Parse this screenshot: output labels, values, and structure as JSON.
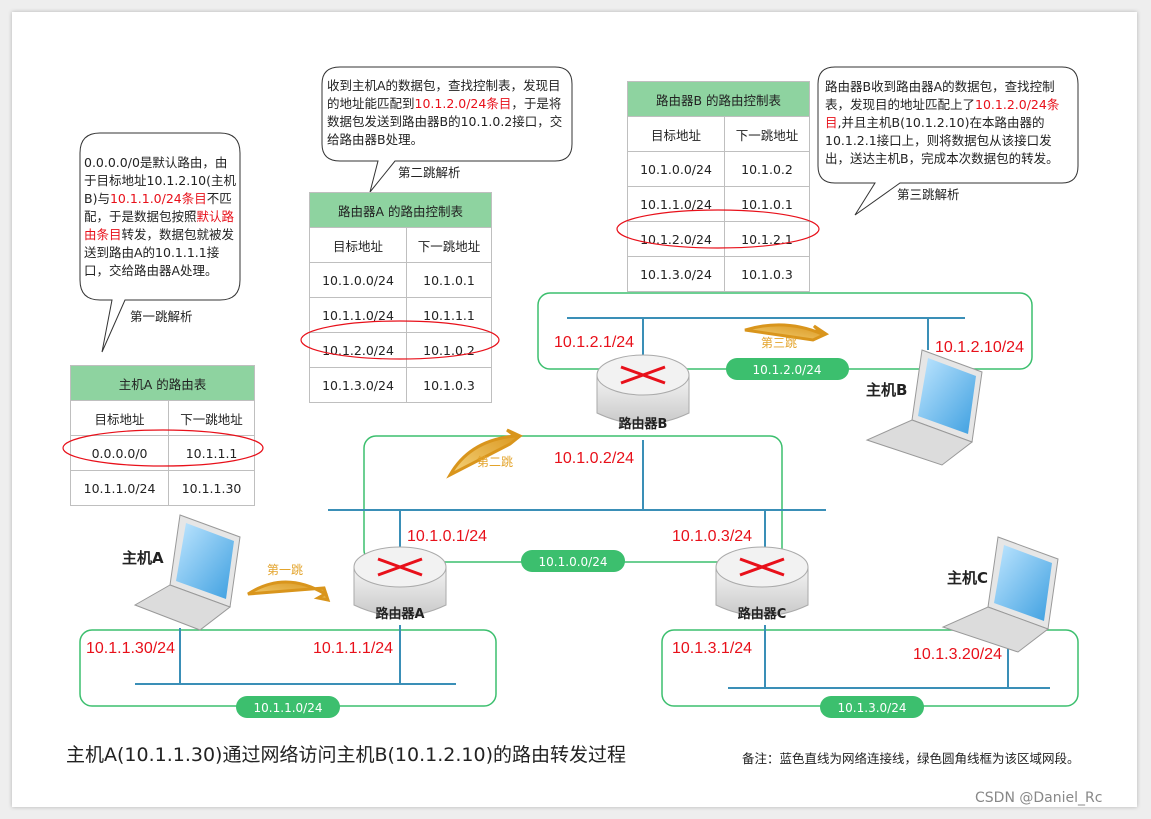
{
  "bubbles": {
    "hop1": [
      "0.0.0.0/0是默认路由，由于目标地址10.1.2.10(主机B)与",
      "10.1.1.0/24条目",
      "不匹配，于是数据包按照",
      "默认路由条目",
      "转发，数据包就被发送到路由A的10.1.1.1接口，交给路由器A处理。"
    ],
    "hop2": [
      "收到主机A的数据包，查找控制表，发现目的地址能匹配到",
      "10.1.2.0/24条目",
      "，于是将数据包发送到路由器B的10.1.0.2接口，交给路由器B处理。"
    ],
    "hop3": [
      "路由器B收到路由器A的数据包，查找控制表，发现目的地址匹配上了",
      "10.1.2.0/24条目",
      ",并且主机B(10.1.2.10)在本路由器的10.1.2.1接口上，则将数据包从该接口发出，送达主机B，完成本次数据包的转发。"
    ]
  },
  "analysis_labels": {
    "hop1": "第一跳解析",
    "hop2": "第二跳解析",
    "hop3": "第三跳解析"
  },
  "tables": {
    "hostA": {
      "title": "主机A 的路由表",
      "headers": [
        "目标地址",
        "下一跳地址"
      ],
      "rows": [
        [
          "0.0.0.0/0",
          "10.1.1.1"
        ],
        [
          "10.1.1.0/24",
          "10.1.1.30"
        ]
      ]
    },
    "routerA": {
      "title": "路由器A 的路由控制表",
      "headers": [
        "目标地址",
        "下一跳地址"
      ],
      "rows": [
        [
          "10.1.0.0/24",
          "10.1.0.1"
        ],
        [
          "10.1.1.0/24",
          "10.1.1.1"
        ],
        [
          "10.1.2.0/24",
          "10.1.0.2"
        ],
        [
          "10.1.3.0/24",
          "10.1.0.3"
        ]
      ]
    },
    "routerB": {
      "title": "路由器B 的路由控制表",
      "headers": [
        "目标地址",
        "下一跳地址"
      ],
      "rows": [
        [
          "10.1.0.0/24",
          "10.1.0.2"
        ],
        [
          "10.1.1.0/24",
          "10.1.0.1"
        ],
        [
          "10.1.2.0/24",
          "10.1.2.1"
        ],
        [
          "10.1.3.0/24",
          "10.1.0.3"
        ]
      ]
    }
  },
  "devices": {
    "routerA": "路由器A",
    "routerB": "路由器B",
    "routerC": "路由器C",
    "hostA": "主机A",
    "hostB": "主机B",
    "hostC": "主机C"
  },
  "ips": {
    "hostA": "10.1.1.30/24",
    "rA_lan": "10.1.1.1/24",
    "rA_core": "10.1.0.1/24",
    "rB_core": "10.1.0.2/24",
    "rB_lan": "10.1.2.1/24",
    "hostB": "10.1.2.10/24",
    "rC_core": "10.1.0.3/24",
    "rC_lan": "10.1.3.1/24",
    "hostC": "10.1.3.20/24"
  },
  "segments": {
    "s0": "10.1.0.0/24",
    "s1": "10.1.1.0/24",
    "s2": "10.1.2.0/24",
    "s3": "10.1.3.0/24"
  },
  "hops": {
    "h1": "第一跳",
    "h2": "第二跳",
    "h3": "第三跳"
  },
  "caption": "主机A(10.1.1.30)通过网络访问主机B(10.1.2.10)的路由转发过程",
  "note": "备注：蓝色直线为网络连接线，绿色圆角线框为该区域网段。",
  "watermark": "CSDN @Daniel_Rc",
  "colors": {
    "segment_green": "#3cbf6e",
    "link_blue": "#3a8fb7",
    "highlight_red": "#e8101a",
    "hop_gold": "#e3a32a",
    "table_header": "#8ed3a0"
  }
}
